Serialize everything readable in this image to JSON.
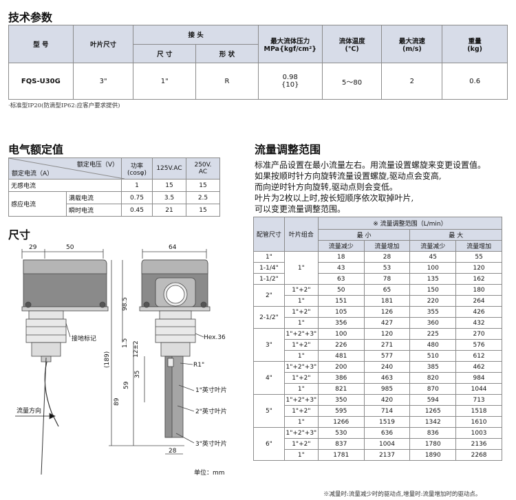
{
  "specs": {
    "title": "技术参数",
    "headers": {
      "model": "型  号",
      "blade_size": "叶片尺寸",
      "joint": "接  头",
      "joint_size": "尺  寸",
      "joint_shape": "形  状",
      "pressure_l1": "最大流体压力",
      "pressure_l2": "MPa{kgf/cm²}",
      "temp_l1": "流体温度",
      "temp_l2": "(℃)",
      "speed_l1": "最大流速",
      "speed_l2": "(m/s)",
      "weight_l1": "重量",
      "weight_l2": "(kg)"
    },
    "row": {
      "model": "FQS-U30G",
      "blade_size": "3\"",
      "joint_size": "1\"",
      "joint_shape": "R",
      "pressure_l1": "0.98",
      "pressure_l2": "{10}",
      "temp": "5～80",
      "speed": "2",
      "weight": "0.6"
    },
    "note": "·标准型IP20(防滴型IP62:应客户要求提供)"
  },
  "electrical": {
    "title": "电气额定值",
    "corner_top": "额定电压（V）",
    "corner_bottom": "额定电流（A）",
    "col1_l1": "功率",
    "col1_l2": "(cosφ)",
    "col2": "125V.AC",
    "col3_l1": "250V.",
    "col3_l2": "AC",
    "rows": [
      {
        "label": "无感电流",
        "sub": "",
        "c1": "1",
        "c2": "15",
        "c3": "15"
      },
      {
        "label": "感应电流",
        "sub": "满载电流",
        "c1": "0.75",
        "c2": "3.5",
        "c3": "2.5"
      },
      {
        "label": "",
        "sub": "瞬时电流",
        "c1": "0.45",
        "c2": "21",
        "c3": "15"
      }
    ]
  },
  "dimensions": {
    "title": "尺寸",
    "labels": {
      "d29": "29",
      "d50": "50",
      "d64": "64",
      "d98_5": "98.5",
      "d1_5": "1.5",
      "d12": "12±2",
      "d189": "(189)",
      "d35": "35",
      "d59": "59",
      "d89": "89",
      "d28": "28",
      "hex": "Hex.36",
      "r1": "R1\"",
      "ground": "接地标记",
      "flow": "流量方向",
      "b1": "1\"英寸叶片",
      "b2": "2\"英寸叶片",
      "b3": "3\"英寸叶片",
      "unit": "单位：mm"
    }
  },
  "flow_adjust": {
    "title": "流量调整范围",
    "paragraph": [
      "标准产品设置在最小流量左右。用流量设置螺旋来变更设置值。",
      "如果按顺时针方向旋转流量设置螺旋,驱动点会变高,",
      "而向逆时针方向旋转,驱动点则会变低。",
      "叶片为2枚以上时,按长短顺序依次取掉叶片,",
      "可以变更流量调整范围。"
    ],
    "table": {
      "h_pipe": "配管尺寸",
      "h_combo": "叶片组合",
      "h_range": "※ 流量调整范围（L/min）",
      "h_min": "最    小",
      "h_max": "最      大",
      "h_dec": "流量减少",
      "h_inc": "流量增加",
      "groups": [
        {
          "pipe": "1\"",
          "combo_label": "",
          "rows": [
            [
              "",
              "18",
              "28",
              "45",
              "55"
            ]
          ]
        },
        {
          "pipe": "1-1/4\"",
          "combo_label": "",
          "rows": [
            [
              "",
              "43",
              "53",
              "100",
              "120"
            ]
          ]
        },
        {
          "pipe": "1-1/2\"",
          "combo_label": "",
          "rows": [
            [
              "",
              "63",
              "78",
              "135",
              "162"
            ]
          ]
        },
        {
          "pipe": "2\"",
          "rows": [
            [
              "1\"+2\"",
              "50",
              "65",
              "150",
              "180"
            ],
            [
              "1\"",
              "151",
              "181",
              "220",
              "264"
            ]
          ]
        },
        {
          "pipe": "2-1/2\"",
          "rows": [
            [
              "1\"+2\"",
              "105",
              "126",
              "355",
              "426"
            ],
            [
              "1\"",
              "356",
              "427",
              "360",
              "432"
            ]
          ]
        },
        {
          "pipe": "3\"",
          "rows": [
            [
              "1\"+2\"+3\"",
              "100",
              "120",
              "225",
              "270"
            ],
            [
              "1\"+2\"",
              "226",
              "271",
              "480",
              "576"
            ],
            [
              "1\"",
              "481",
              "577",
              "510",
              "612"
            ]
          ]
        },
        {
          "pipe": "4\"",
          "rows": [
            [
              "1\"+2\"+3\"",
              "200",
              "240",
              "385",
              "462"
            ],
            [
              "1\"+2\"",
              "386",
              "463",
              "820",
              "984"
            ],
            [
              "1\"",
              "821",
              "985",
              "870",
              "1044"
            ]
          ]
        },
        {
          "pipe": "5\"",
          "rows": [
            [
              "1\"+2\"+3\"",
              "350",
              "420",
              "594",
              "713"
            ],
            [
              "1\"+2\"",
              "595",
              "714",
              "1265",
              "1518"
            ],
            [
              "1\"",
              "1266",
              "1519",
              "1342",
              "1610"
            ]
          ]
        },
        {
          "pipe": "6\"",
          "rows": [
            [
              "1\"+2\"+3\"",
              "530",
              "636",
              "836",
              "1003"
            ],
            [
              "1\"+2\"",
              "837",
              "1004",
              "1780",
              "2136"
            ],
            [
              "1\"",
              "1781",
              "2137",
              "1890",
              "2268"
            ]
          ]
        }
      ],
      "first_combo": "1\"",
      "footnote": "※减量时:流量减少时的驱动点,增量时:流量增加时的驱动点。"
    }
  }
}
